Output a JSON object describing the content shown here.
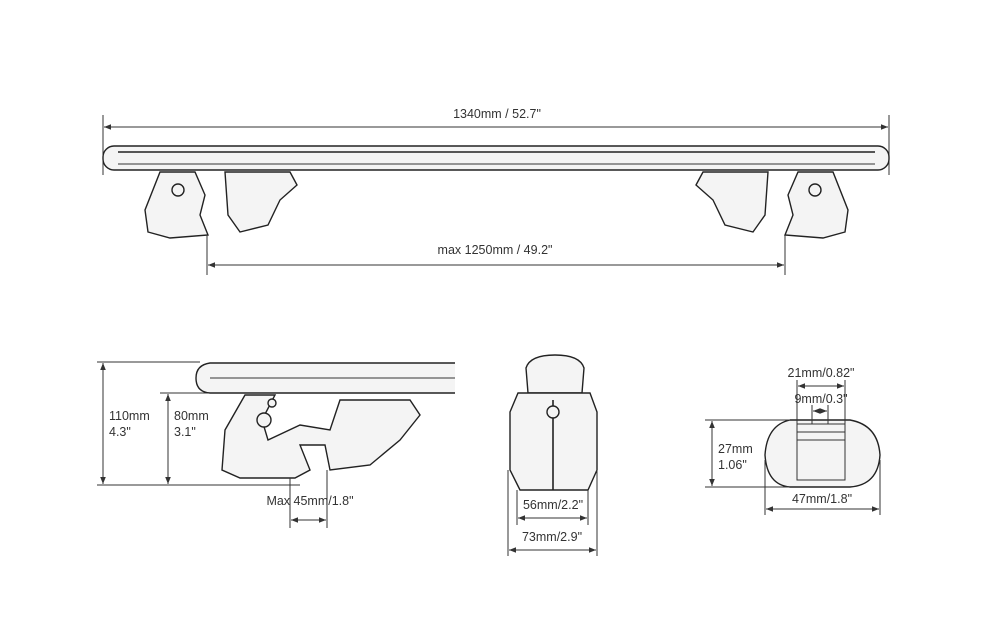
{
  "top_view": {
    "overall_length": "1340mm / 52.7\"",
    "foot_span": "max 1250mm / 49.2\""
  },
  "side_view": {
    "total_height_mm": "110mm",
    "total_height_in": "4.3\"",
    "foot_height_mm": "80mm",
    "foot_height_in": "3.1\"",
    "rail_clamp": "Max 45mm/1.8\""
  },
  "front_view": {
    "inner_width": "56mm/2.2\"",
    "outer_width": "73mm/2.9\""
  },
  "profile_view": {
    "slot_outer": "21mm/0.82\"",
    "slot_inner": "9mm/0.3\"",
    "height_mm": "27mm",
    "height_in": "1.06\"",
    "width": "47mm/1.8\""
  }
}
